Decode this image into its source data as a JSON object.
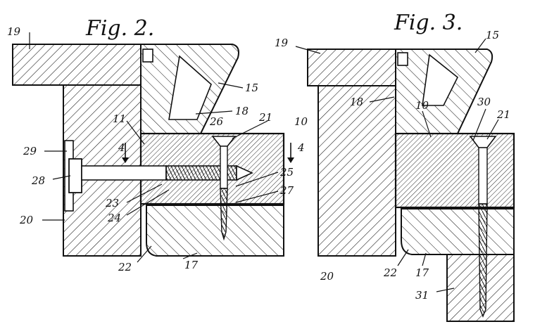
{
  "figures": {
    "fig2": {
      "title": "Fig. 2.",
      "labels": {
        "l19": "19",
        "l15": "15",
        "l18": "18",
        "l11": "11",
        "l26": "26",
        "l21": "21",
        "l10": "10",
        "l4a": "4",
        "l4b": "4",
        "l29": "29",
        "l28": "28",
        "l25": "25",
        "l27": "27",
        "l23": "23",
        "l24": "24",
        "l20": "20",
        "l22": "22",
        "l17": "17"
      }
    },
    "fig3": {
      "title": "Fig. 3.",
      "labels": {
        "l19": "19",
        "l15": "15",
        "l18": "18",
        "l10": "10",
        "l30": "30",
        "l21": "21",
        "l20": "20",
        "l22": "22",
        "l17": "17",
        "l31": "31"
      }
    }
  },
  "colors": {
    "ink": "#111111",
    "paper": "#ffffff"
  }
}
